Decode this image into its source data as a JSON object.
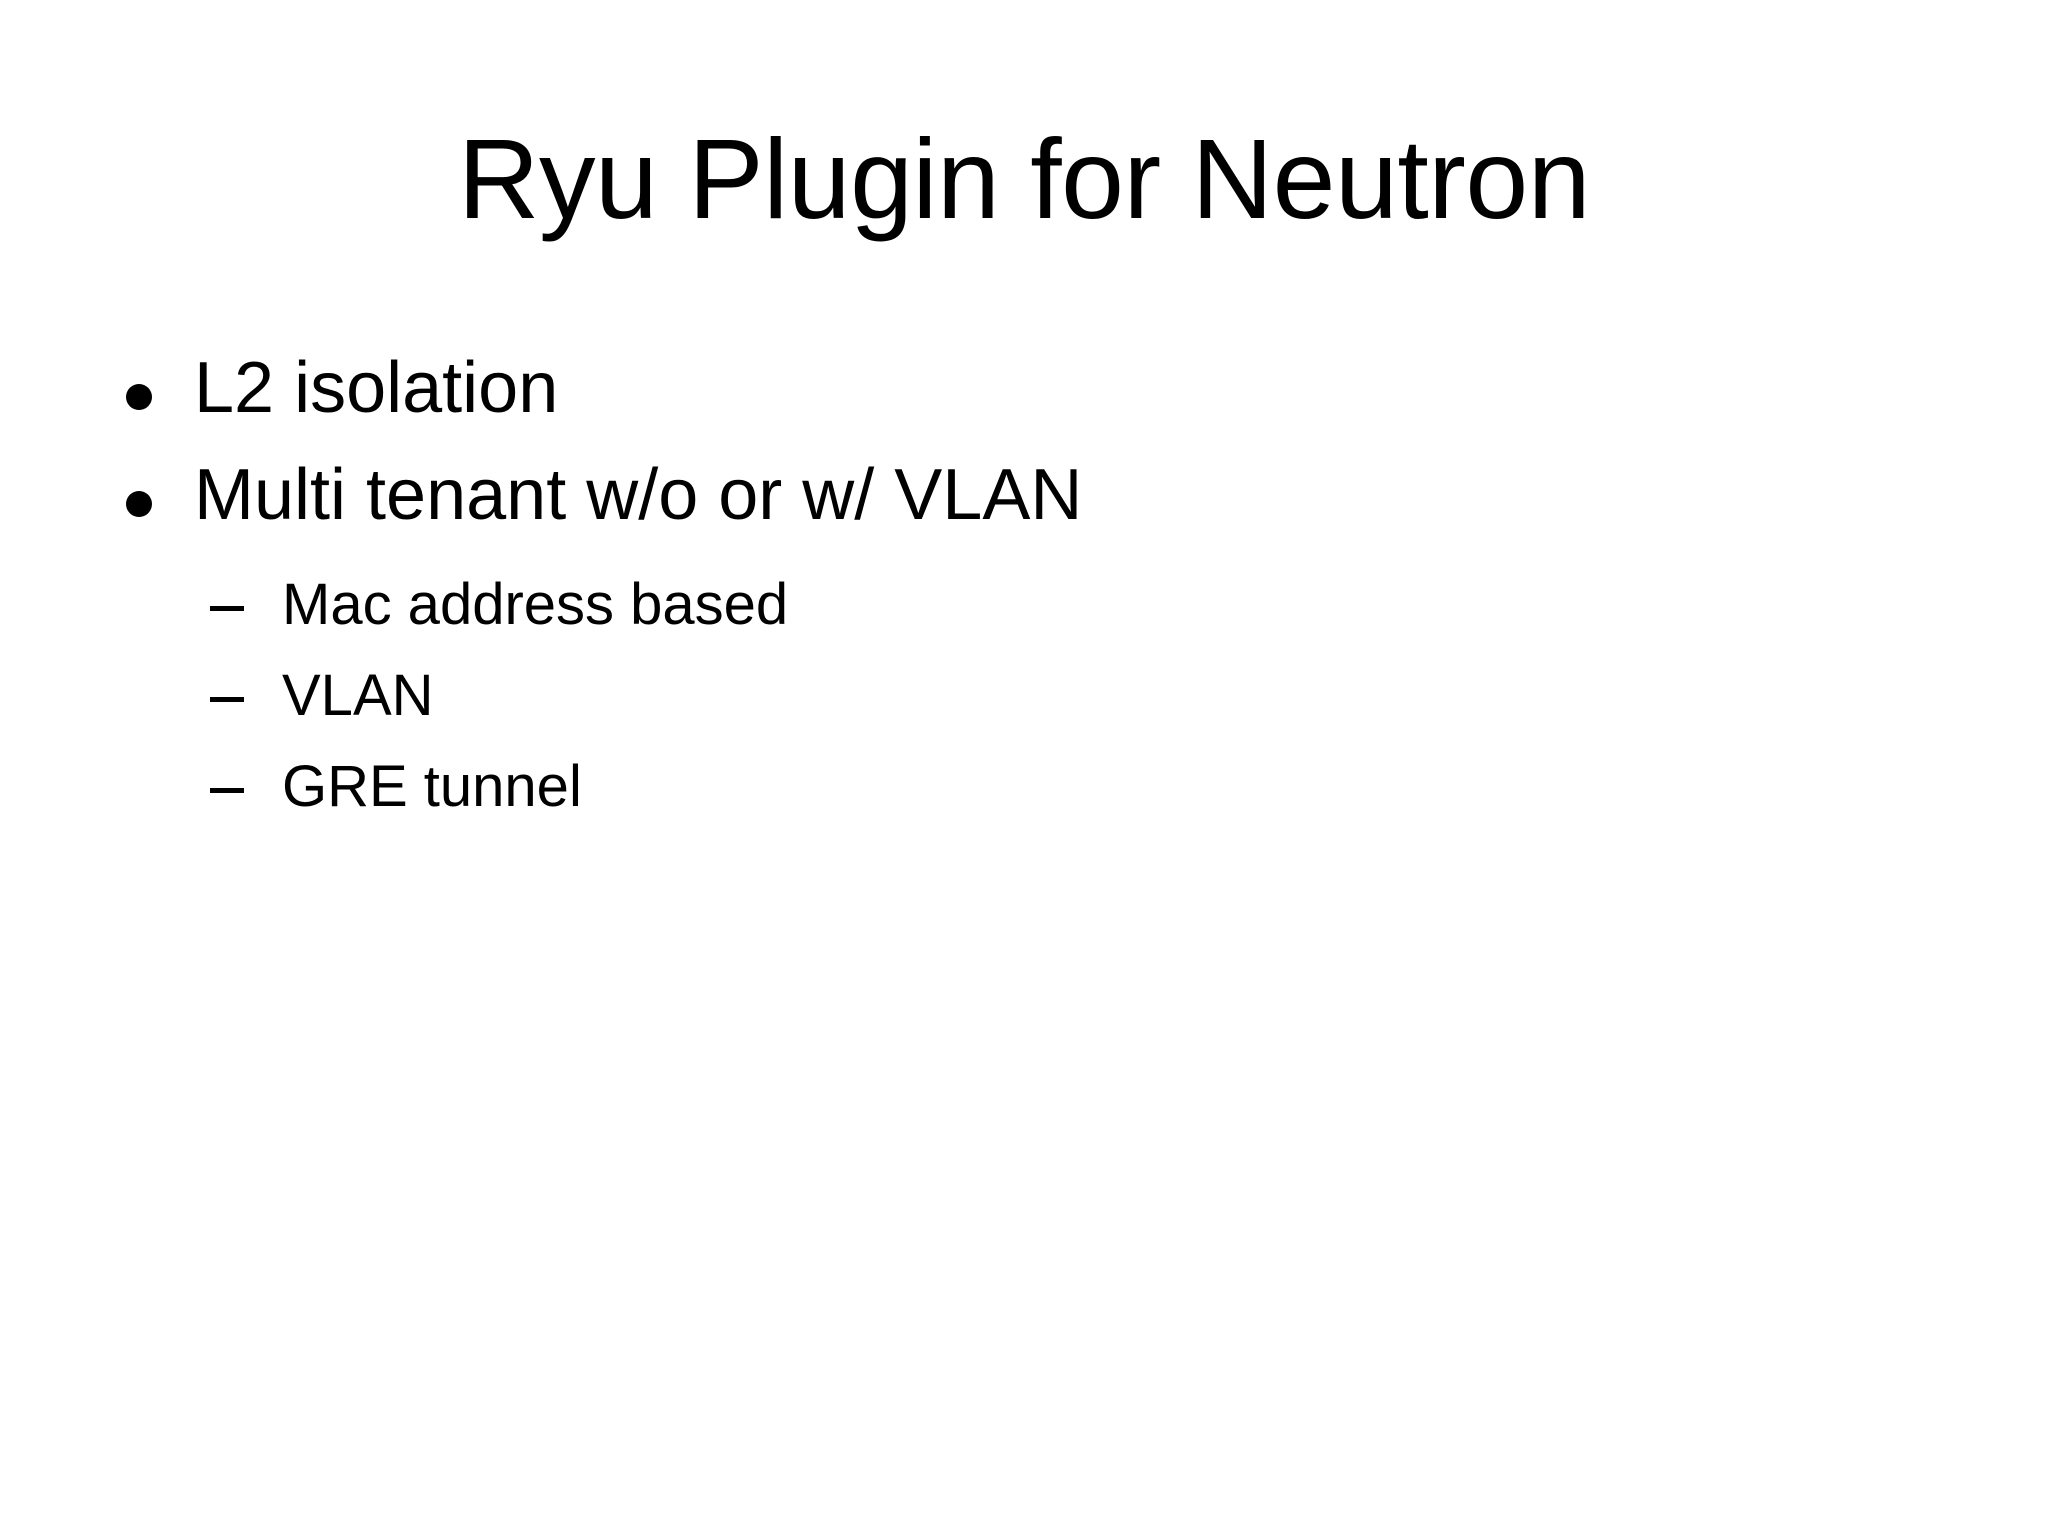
{
  "slide": {
    "title": "Ryu Plugin for Neutron",
    "background_color": "#ffffff",
    "text_color": "#000000",
    "bullets": [
      {
        "level": 1,
        "marker": "disc-bullet",
        "text": "L2 isolation"
      },
      {
        "level": 1,
        "marker": "disc-bullet",
        "text": "Multi tenant w/o or w/ VLAN"
      },
      {
        "level": 2,
        "marker": "dash-bullet",
        "text": "Mac address based"
      },
      {
        "level": 2,
        "marker": "dash-bullet",
        "text": "VLAN"
      },
      {
        "level": 2,
        "marker": "dash-bullet",
        "text": "GRE tunnel"
      }
    ]
  }
}
